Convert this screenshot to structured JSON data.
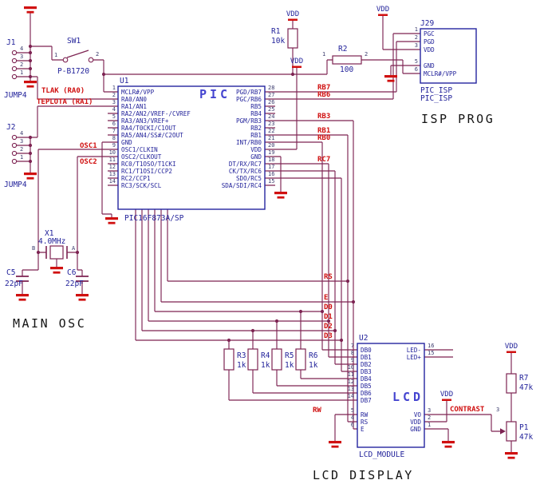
{
  "colors": {
    "wire": "#7d2352",
    "red": "#d01010",
    "navy": "#1f1f99",
    "blue_title": "#4545d0",
    "black": "#141414"
  },
  "power": {
    "vdd_label": "VDD"
  },
  "titles": {
    "main_osc": "MAIN OSC",
    "isp_prog": "ISP PROG",
    "lcd_display": "LCD DISPLAY"
  },
  "net_labels": {
    "tlak": "TLAK (RA0)",
    "teplota": "TEPLOTA (RA1)",
    "osc1": "OSC1",
    "osc2": "OSC2",
    "rb7": "RB7",
    "rb6": "RB6",
    "rb3": "RB3",
    "rb1": "RB1",
    "rb0": "RB0",
    "rc7": "RC7",
    "rs": "RS",
    "e": "E",
    "d0": "D0",
    "d1": "D1",
    "d2": "D2",
    "d3": "D3",
    "rw": "RW",
    "contrast": "CONTRAST",
    "contrast_pin": "3"
  },
  "components": {
    "u1": {
      "ref": "U1",
      "title": "PIC",
      "part": "PIC16F873A/SP",
      "left_pins": [
        {
          "n": "1",
          "label": "MCLR#/VPP"
        },
        {
          "n": "2",
          "label": "RA0/AN0"
        },
        {
          "n": "3",
          "label": "RA1/AN1"
        },
        {
          "n": "4",
          "label": "RA2/AN2/VREF-/CVREF"
        },
        {
          "n": "5",
          "label": "RA3/AN3/VREF+"
        },
        {
          "n": "6",
          "label": "RA4/T0CKI/C1OUT"
        },
        {
          "n": "7",
          "label": "RA5/AN4/SS#/C2OUT"
        },
        {
          "n": "8",
          "label": "GND"
        },
        {
          "n": "9",
          "label": "OSC1/CLKIN"
        },
        {
          "n": "10",
          "label": "OSC2/CLKOUT"
        },
        {
          "n": "11",
          "label": "RC0/T1OSO/T1CKI"
        },
        {
          "n": "12",
          "label": "RC1/T1OSI/CCP2"
        },
        {
          "n": "13",
          "label": "RC2/CCP1"
        },
        {
          "n": "14",
          "label": "RC3/SCK/SCL"
        }
      ],
      "right_pins": [
        {
          "n": "28",
          "label": "PGD/RB7"
        },
        {
          "n": "27",
          "label": "PGC/RB6"
        },
        {
          "n": "26",
          "label": "RB5"
        },
        {
          "n": "25",
          "label": "RB4"
        },
        {
          "n": "24",
          "label": "PGM/RB3"
        },
        {
          "n": "23",
          "label": "RB2"
        },
        {
          "n": "22",
          "label": "RB1"
        },
        {
          "n": "21",
          "label": "INT/RB0"
        },
        {
          "n": "20",
          "label": "VDD"
        },
        {
          "n": "19",
          "label": "GND"
        },
        {
          "n": "18",
          "label": "DT/RX/RC7"
        },
        {
          "n": "17",
          "label": "CK/TX/RC6"
        },
        {
          "n": "16",
          "label": "SDO/RC5"
        },
        {
          "n": "15",
          "label": "SDA/SDI/RC4"
        }
      ]
    },
    "u2": {
      "ref": "U2",
      "title": "LCD",
      "part": "LCD_MODULE",
      "left_pins": [
        {
          "n": "7",
          "label": "DB0"
        },
        {
          "n": "8",
          "label": "DB1"
        },
        {
          "n": "9",
          "label": "DB2"
        },
        {
          "n": "10",
          "label": "DB3"
        },
        {
          "n": "11",
          "label": "DB4"
        },
        {
          "n": "12",
          "label": "DB5"
        },
        {
          "n": "13",
          "label": "DB6"
        },
        {
          "n": "14",
          "label": "DB7"
        },
        {
          "n": "5",
          "label": "RW"
        },
        {
          "n": "4",
          "label": "RS"
        },
        {
          "n": "6",
          "label": "E"
        }
      ],
      "right_pins": [
        {
          "n": "16",
          "label": "LED-"
        },
        {
          "n": "15",
          "label": "LED+"
        },
        {
          "n": "3",
          "label": "VO"
        },
        {
          "n": "2",
          "label": "VDD"
        },
        {
          "n": "1",
          "label": "GND"
        }
      ]
    },
    "j29": {
      "ref": "J29",
      "part": "PIC_ISP",
      "part2": "PIC_ISP",
      "pins": [
        {
          "n": "1",
          "label": "PGC"
        },
        {
          "n": "2",
          "label": "PGD"
        },
        {
          "n": "3",
          "label": "VDD"
        },
        {
          "n": "5",
          "label": "GND"
        },
        {
          "n": "6",
          "label": "MCLR#/VPP"
        }
      ]
    },
    "j1": {
      "ref": "J1",
      "part": "JUMP4",
      "pins": [
        "4",
        "3",
        "2",
        "1"
      ]
    },
    "j2": {
      "ref": "J2",
      "part": "JUMP4",
      "pins": [
        "4",
        "3",
        "2",
        "1"
      ]
    },
    "sw1": {
      "ref": "SW1",
      "part": "P-B1720",
      "pin1": "1",
      "pin2": "2"
    },
    "x1": {
      "ref": "X1",
      "value": "4.0MHz",
      "pin_a": "A",
      "pin_b": "B"
    },
    "c5": {
      "ref": "C5",
      "value": "22pF"
    },
    "c6": {
      "ref": "C6",
      "value": "22pF"
    },
    "r1": {
      "ref": "R1",
      "value": "10k"
    },
    "r2": {
      "ref": "R2",
      "value": "100",
      "pin1": "1",
      "pin2": "2"
    },
    "r3": {
      "ref": "R3",
      "value": "1k"
    },
    "r4": {
      "ref": "R4",
      "value": "1k"
    },
    "r5": {
      "ref": "R5",
      "value": "1k"
    },
    "r6": {
      "ref": "R6",
      "value": "1k"
    },
    "r7": {
      "ref": "R7",
      "value": "47k"
    },
    "p1": {
      "ref": "P1",
      "value": "47k"
    }
  }
}
